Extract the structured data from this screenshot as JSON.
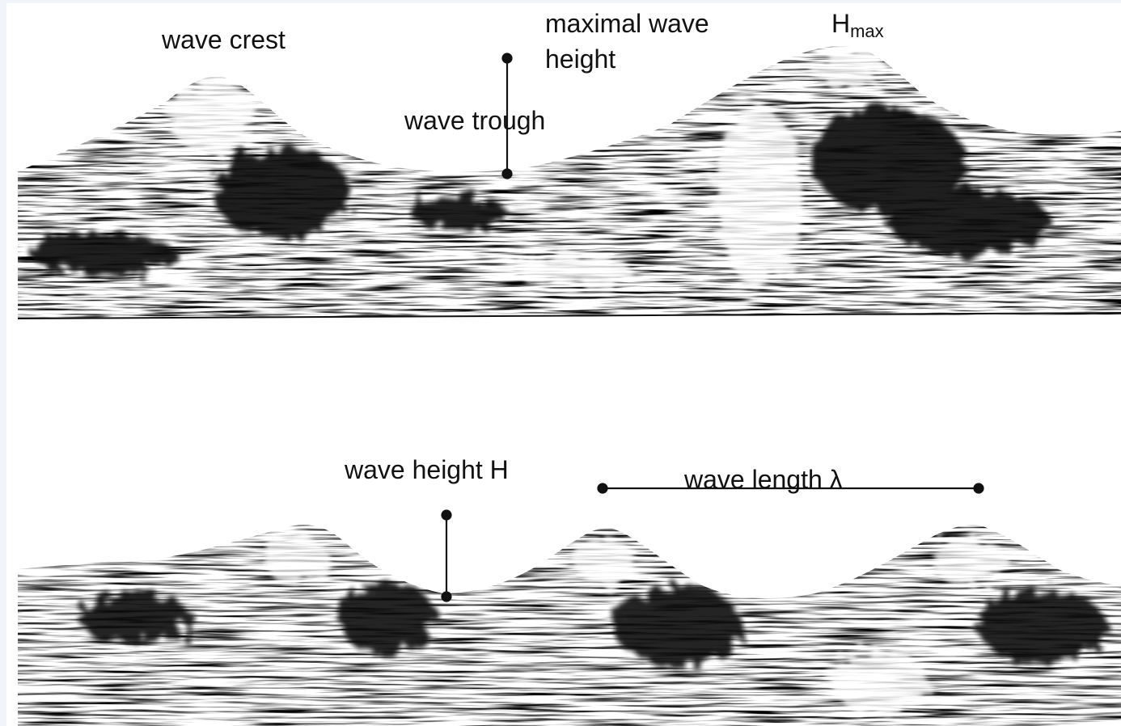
{
  "labels": {
    "wave_crest": "wave crest",
    "maximal_wave_height": "maximal wave height",
    "hmax_main": "H",
    "hmax_sub": "max",
    "wave_trough": "wave trough",
    "wave_height": "wave height  H",
    "wave_length": "wave length   λ"
  },
  "colors": {
    "ink": "#111111",
    "paper": "#ffffff",
    "frame": "#f1f5f9"
  }
}
